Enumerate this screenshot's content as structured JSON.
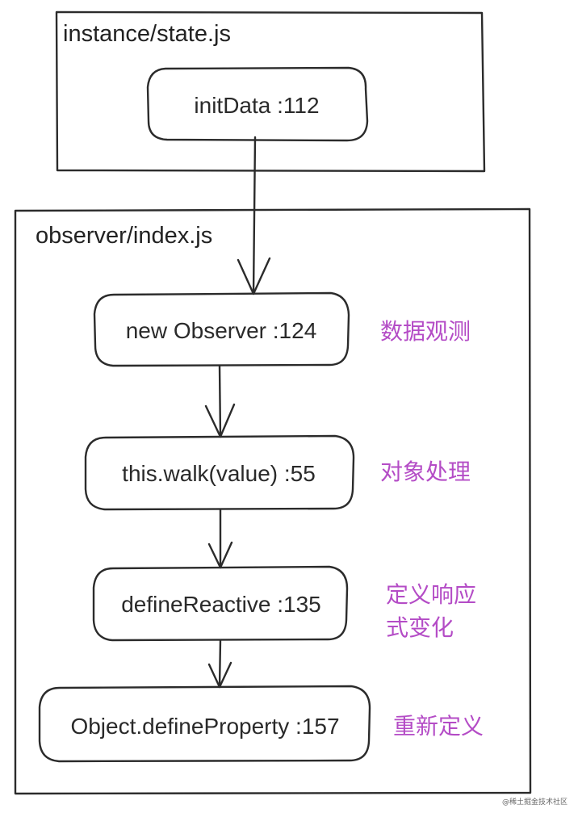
{
  "frames": {
    "outer": {
      "label": "instance/state.js"
    },
    "inner": {
      "label": "observer/index.js"
    }
  },
  "nodes": [
    {
      "id": "init-data",
      "label": "initData :112"
    },
    {
      "id": "new-observer",
      "label": "new Observer  :124",
      "note": [
        "数据观测"
      ]
    },
    {
      "id": "walk",
      "label": "this.walk(value)  :55",
      "note": [
        "对象处理"
      ]
    },
    {
      "id": "define-reactive",
      "label": "defineReactive :135",
      "note": [
        "定义响应",
        "式变化"
      ]
    },
    {
      "id": "define-property",
      "label": "Object.defineProperty :157",
      "note": [
        "重新定义"
      ]
    }
  ],
  "watermark": "@稀土掘金技术社区",
  "colors": {
    "stroke": "#2b2b2b",
    "text": "#2a2a2a",
    "note": "#b44cc6",
    "background": "#ffffff"
  }
}
